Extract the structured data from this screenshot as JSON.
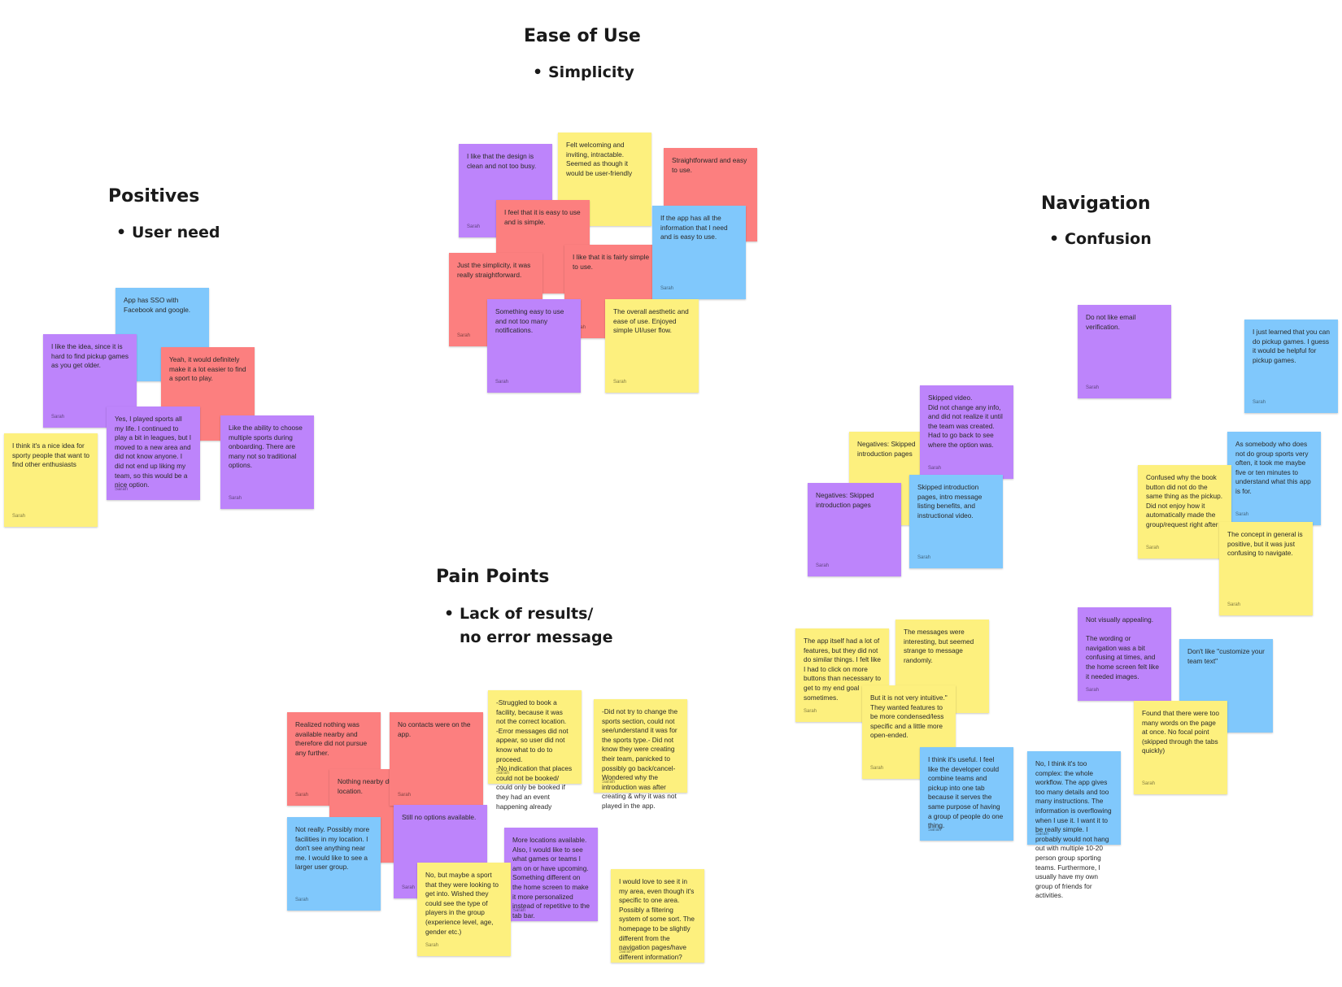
{
  "colors": {
    "yellow": "#fdf07e",
    "red": "#fc7f7f",
    "blue": "#80c8fc",
    "purple": "#bd84fb"
  },
  "headings": {
    "ease": {
      "title": "Ease of Use",
      "bullets": [
        "Simplicity"
      ]
    },
    "positives": {
      "title": "Positives",
      "bullets": [
        "User need"
      ]
    },
    "navigation": {
      "title": "Navigation",
      "bullets": [
        "Confusion"
      ]
    },
    "pain": {
      "title": "Pain Points",
      "bullets": [
        "Lack of results/\nno error message"
      ]
    }
  },
  "notes": [
    {
      "color": "purple",
      "text": "I like that the design is clean and not too busy.",
      "author": "Sarah"
    },
    {
      "color": "yellow",
      "text": "Felt welcoming and inviting, intractable. Seemed as though it would be user-friendly",
      "author": ""
    },
    {
      "color": "red",
      "text": "Straightforward and easy to use.",
      "author": ""
    },
    {
      "color": "red",
      "text": "I feel that it is easy to use and is simple.",
      "author": ""
    },
    {
      "color": "red",
      "text": "I like that it is fairly simple to use.",
      "author": "Sarah"
    },
    {
      "color": "blue",
      "text": "If the app has all the information that I need and is easy to use.",
      "author": "Sarah"
    },
    {
      "color": "red",
      "text": "Just the simplicity, it was really straightforward.",
      "author": "Sarah"
    },
    {
      "color": "purple",
      "text": "Something easy to use and not too many notifications.",
      "author": "Sarah"
    },
    {
      "color": "yellow",
      "text": "The overall aesthetic and ease of use. Enjoyed simple UI/user flow.",
      "author": "Sarah"
    },
    {
      "color": "blue",
      "text": "App has SSO with Facebook and google.",
      "author": ""
    },
    {
      "color": "red",
      "text": "Yeah, it would definitely make it a lot easier to find a sport to play.",
      "author": ""
    },
    {
      "color": "purple",
      "text": "I like the idea, since it is hard to find pickup games as you get older.",
      "author": "Sarah"
    },
    {
      "color": "purple",
      "text": "Yes, I played sports all my life. I continued to play a bit in leagues, but I moved to a new area and did not know anyone. I did not end up liking my team, so this would be a nice option.",
      "author": "Sarah"
    },
    {
      "color": "purple",
      "text": "Like the ability to choose multiple sports during onboarding. There are many not so traditional options.",
      "author": "Sarah"
    },
    {
      "color": "yellow",
      "text": "I think it's a nice idea for sporty people that want to find other enthusiasts",
      "author": "Sarah"
    },
    {
      "color": "purple",
      "text": "Do not like email verification.",
      "author": "Sarah"
    },
    {
      "color": "blue",
      "text": "I just learned that you can do pickup games. I guess it would be helpful for pickup games.",
      "author": "Sarah"
    },
    {
      "color": "yellow",
      "text": "Negatives: Skipped introduction pages",
      "author": ""
    },
    {
      "color": "purple",
      "text": "Skipped video.\nDid not change any info, and did not realize it until the team was created. Had to go back to see where the option was.",
      "author": "Sarah"
    },
    {
      "color": "purple",
      "text": "Negatives: Skipped introduction pages",
      "author": "Sarah"
    },
    {
      "color": "blue",
      "text": "Skipped introduction pages, intro message listing benefits, and instructional video.",
      "author": "Sarah"
    },
    {
      "color": "blue",
      "text": "As somebody who does not do group sports very often, it took me maybe five or ten minutes to understand what this app is for.",
      "author": "Sarah"
    },
    {
      "color": "yellow",
      "text": "Confused why the book button did not do the same thing as the pickup. Did not enjoy how it automatically made the group/request right after",
      "author": "Sarah"
    },
    {
      "color": "yellow",
      "text": "The concept in general is positive, but it was just confusing to navigate.",
      "author": "Sarah"
    },
    {
      "color": "yellow",
      "text": "The messages were interesting, but seemed strange to message randomly.",
      "author": ""
    },
    {
      "color": "yellow",
      "text": "The app itself had a lot of features, but they did not do similar things. I felt like I had to click on more buttons than necessary to get to my end goal sometimes.",
      "author": "Sarah"
    },
    {
      "color": "yellow",
      "text": "But it is not very intuitive.\" They wanted features to be more condensed/less specific and a little more open-ended.",
      "author": "Sarah"
    },
    {
      "color": "blue",
      "text": "I think it's useful. I feel like the developer could combine teams and pickup into one tab because it serves the same purpose of having a group of people do one thing.",
      "author": "Sarah"
    },
    {
      "color": "purple",
      "text": "Not visually appealing.\n\nThe wording or navigation was a bit confusing at times, and the home screen felt like it needed images.",
      "author": "Sarah"
    },
    {
      "color": "blue",
      "text": "Don't like \"customize your team text\"",
      "author": ""
    },
    {
      "color": "yellow",
      "text": "Found that there were too many words on the page at once. No focal point (skipped through the tabs quickly)",
      "author": "Sarah"
    },
    {
      "color": "blue",
      "text": "No, I think it's too complex: the whole workflow. The app gives too many details and too many instructions. The information is overflowing when I use it. I want it to be really simple. I probably would not hang out with multiple 10-20 person group sporting teams. Furthermore, I usually have my own group of friends for activities.",
      "author": "Sarah"
    },
    {
      "color": "red",
      "text": "Realized nothing was available nearby and therefore did not pursue any further.",
      "author": "Sarah"
    },
    {
      "color": "red",
      "text": "Nothing nearby due to location.",
      "author": ""
    },
    {
      "color": "red",
      "text": "No contacts were on the app.",
      "author": "Sarah"
    },
    {
      "color": "yellow",
      "text": "-Struggled to book a facility, because it was not the correct location.\n-Error messages did not appear, so user did not know what to do to proceed.\n-No indication that places could not be booked/ could only be booked if they had an event happening already",
      "author": "Sarah"
    },
    {
      "color": "yellow",
      "text": "-Did not try to change the sports section, could not see/understand it was for the sports type.- Did not know they were creating their team, panicked to possibly go back/cancel- Wondered why the introduction was after creating & why it was not played in the app.",
      "author": "Sarah"
    },
    {
      "color": "blue",
      "text": "Not really. Possibly more facilities in my location. I don't see anything near me. I would like to see a larger user group.",
      "author": "Sarah"
    },
    {
      "color": "purple",
      "text": "Still no options available.",
      "author": "Sarah"
    },
    {
      "color": "purple",
      "text": "More locations available. Also, I would like to see what games or teams I am on or have upcoming. Something different on the home screen to make it more personalized instead of repetitive to the tab bar.",
      "author": "Sarah"
    },
    {
      "color": "yellow",
      "text": "No, but maybe a sport that they were looking to get into. Wished they could see the type of players in the group (experience level, age, gender etc.)",
      "author": "Sarah"
    },
    {
      "color": "yellow",
      "text": "I would love to see it in my area, even though it's specific to one area. Possibly a filtering system of some sort. The homepage to be slightly different from the navigation pages/have different information?",
      "author": "Sarah"
    }
  ]
}
